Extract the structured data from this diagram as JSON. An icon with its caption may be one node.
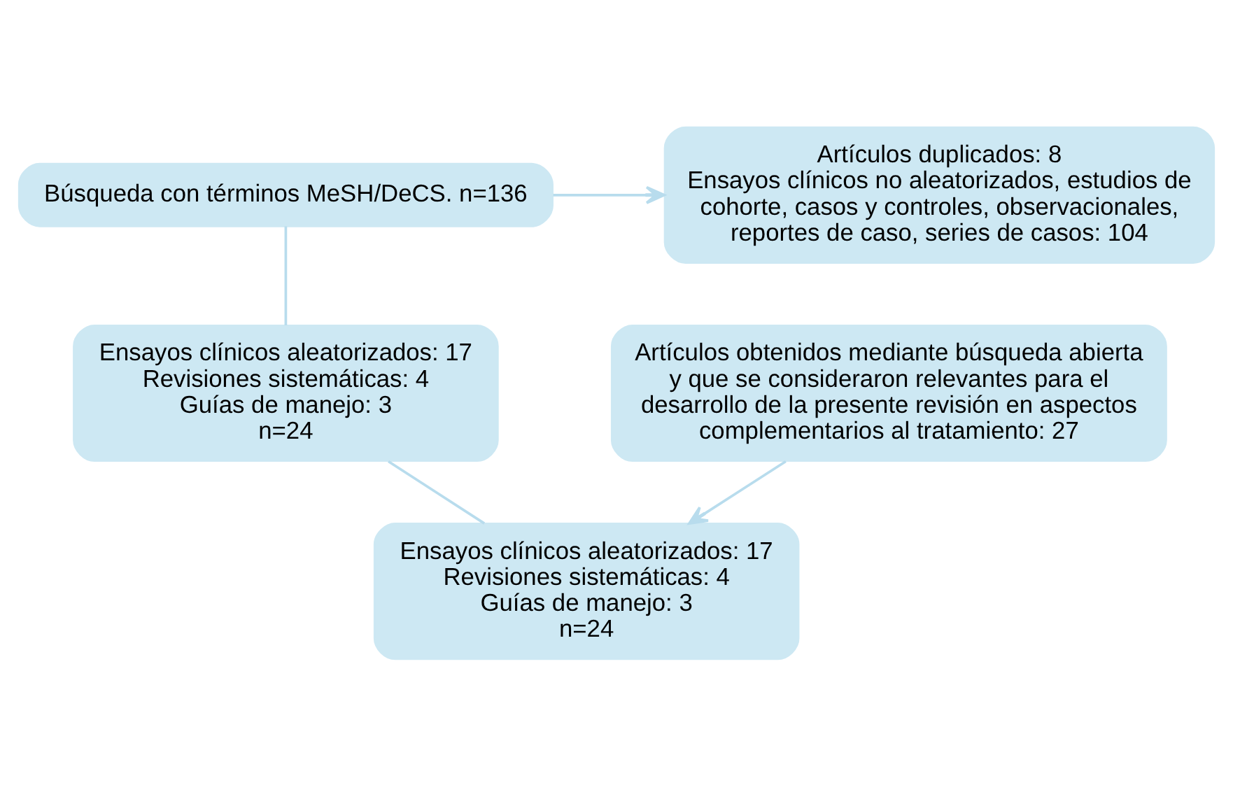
{
  "diagram": {
    "nodes": [
      {
        "text": [
          "Búsqueda con términos MeSH/DeCS. n=136"
        ]
      },
      {
        "text": [
          "Artículos duplicados: 8",
          "Ensayos clínicos no aleatorizados, estudios de cohorte, casos y controles, observacionales, reportes de caso, series de casos: 104"
        ]
      },
      {
        "text": [
          "Ensayos clínicos aleatorizados: 17",
          "Revisiones sistemáticas: 4",
          "Guías de manejo: 3",
          "n=24"
        ]
      },
      {
        "text": [
          "Artículos obtenidos mediante búsqueda abierta y que se consideraron relevantes para el desarrollo de la presente revisión en aspectos complementarios al tratamiento: 27"
        ]
      },
      {
        "text": [
          "Ensayos clínicos aleatorizados: 17",
          "Revisiones sistemáticas: 4",
          "Guías de manejo: 3",
          "n=24"
        ]
      }
    ],
    "edges": [
      {
        "from": 0,
        "to": 2,
        "arrow": "none"
      },
      {
        "from": 0,
        "to": 1,
        "arrow": "to"
      },
      {
        "from": 2,
        "to": 4,
        "arrow": "none"
      },
      {
        "from": 3,
        "to": 4,
        "arrow": "to"
      }
    ]
  }
}
